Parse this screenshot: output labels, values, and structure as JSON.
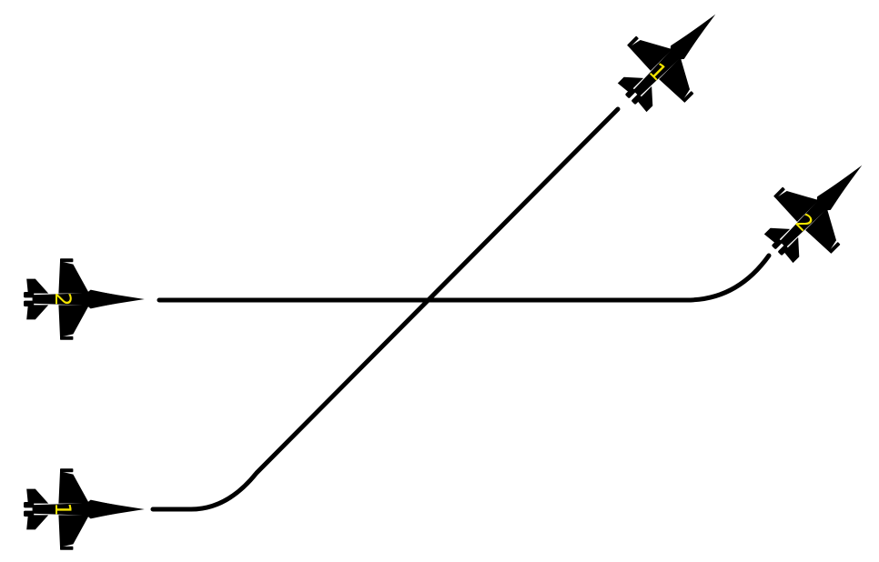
{
  "colors": {
    "background": "#ffffff",
    "aircraft": "#000000",
    "path": "#000000",
    "label": "#f5e600"
  },
  "aircraft": [
    {
      "id": "jet-1-start",
      "label": "1",
      "icon": "fighter-jet-icon"
    },
    {
      "id": "jet-2-start",
      "label": "2",
      "icon": "fighter-jet-icon"
    },
    {
      "id": "jet-1-end",
      "label": "1",
      "icon": "fighter-jet-icon"
    },
    {
      "id": "jet-2-end",
      "label": "2",
      "icon": "fighter-jet-icon"
    }
  ],
  "paths": [
    {
      "id": "path-jet-1",
      "from": "jet-1-start",
      "to": "jet-1-end"
    },
    {
      "id": "path-jet-2",
      "from": "jet-2-start",
      "to": "jet-2-end"
    }
  ]
}
